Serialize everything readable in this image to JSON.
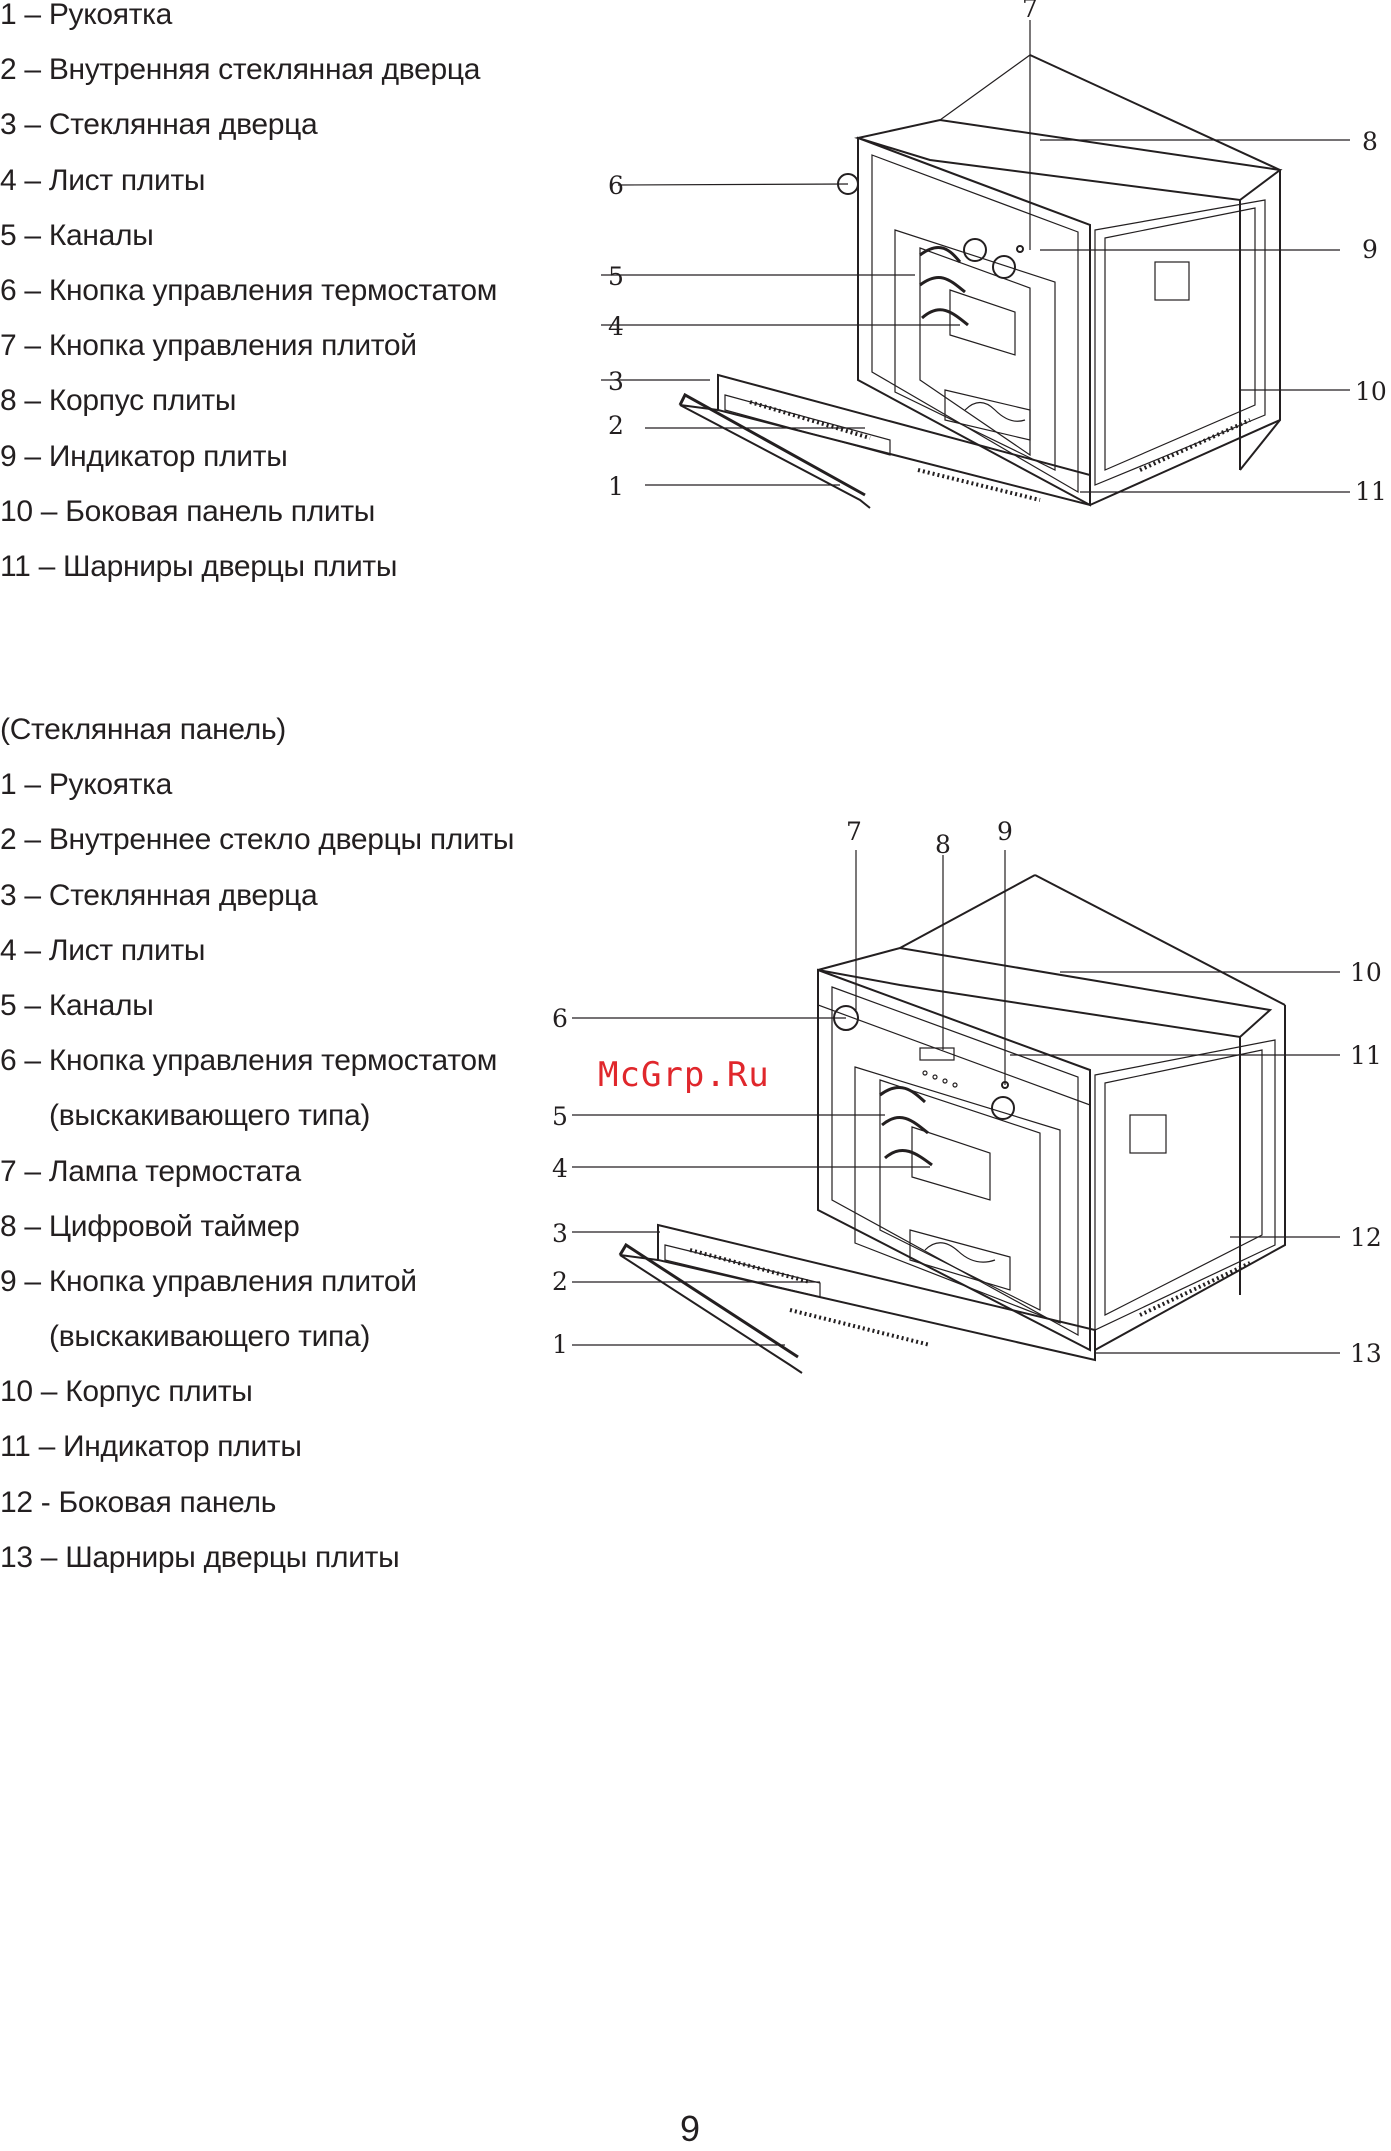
{
  "section1": {
    "items": [
      "1 – Рукоятка",
      "2 – Внутренняя стеклянная дверца",
      "3 – Стеклянная дверца",
      "4 – Лист плиты",
      "5 – Каналы",
      "6 – Кнопка управления термостатом",
      "7 – Кнопка управления плитой",
      "8 – Корпус плиты",
      "9 – Индикатор плиты",
      "10 – Боковая панель плиты",
      "11 – Шарниры дверцы плиты"
    ],
    "callouts": [
      "1",
      "2",
      "3",
      "4",
      "5",
      "6",
      "7",
      "8",
      "9",
      "10",
      "11"
    ]
  },
  "section2": {
    "heading": "(Стеклянная панель)",
    "items": [
      "1 – Рукоятка",
      "2 – Внутреннее стекло дверцы плиты",
      "3 – Стеклянная дверца",
      "4 – Лист плиты",
      "5 – Каналы",
      "6 – Кнопка управления термостатом",
      "(выскакивающего типа)",
      "7 – Лампа термостата",
      "8 – Цифровой таймер",
      "9 – Кнопка управления плитой",
      "(выскакивающего типа)",
      "10 – Корпус плиты",
      "11 – Индикатор плиты",
      "12 - Боковая панель",
      "13 – Шарниры дверцы плиты"
    ],
    "callouts": [
      "1",
      "2",
      "3",
      "4",
      "5",
      "6",
      "7",
      "8",
      "9",
      "10",
      "11",
      "12",
      "13"
    ]
  },
  "watermark": "McGrp.Ru",
  "page_number": "9"
}
